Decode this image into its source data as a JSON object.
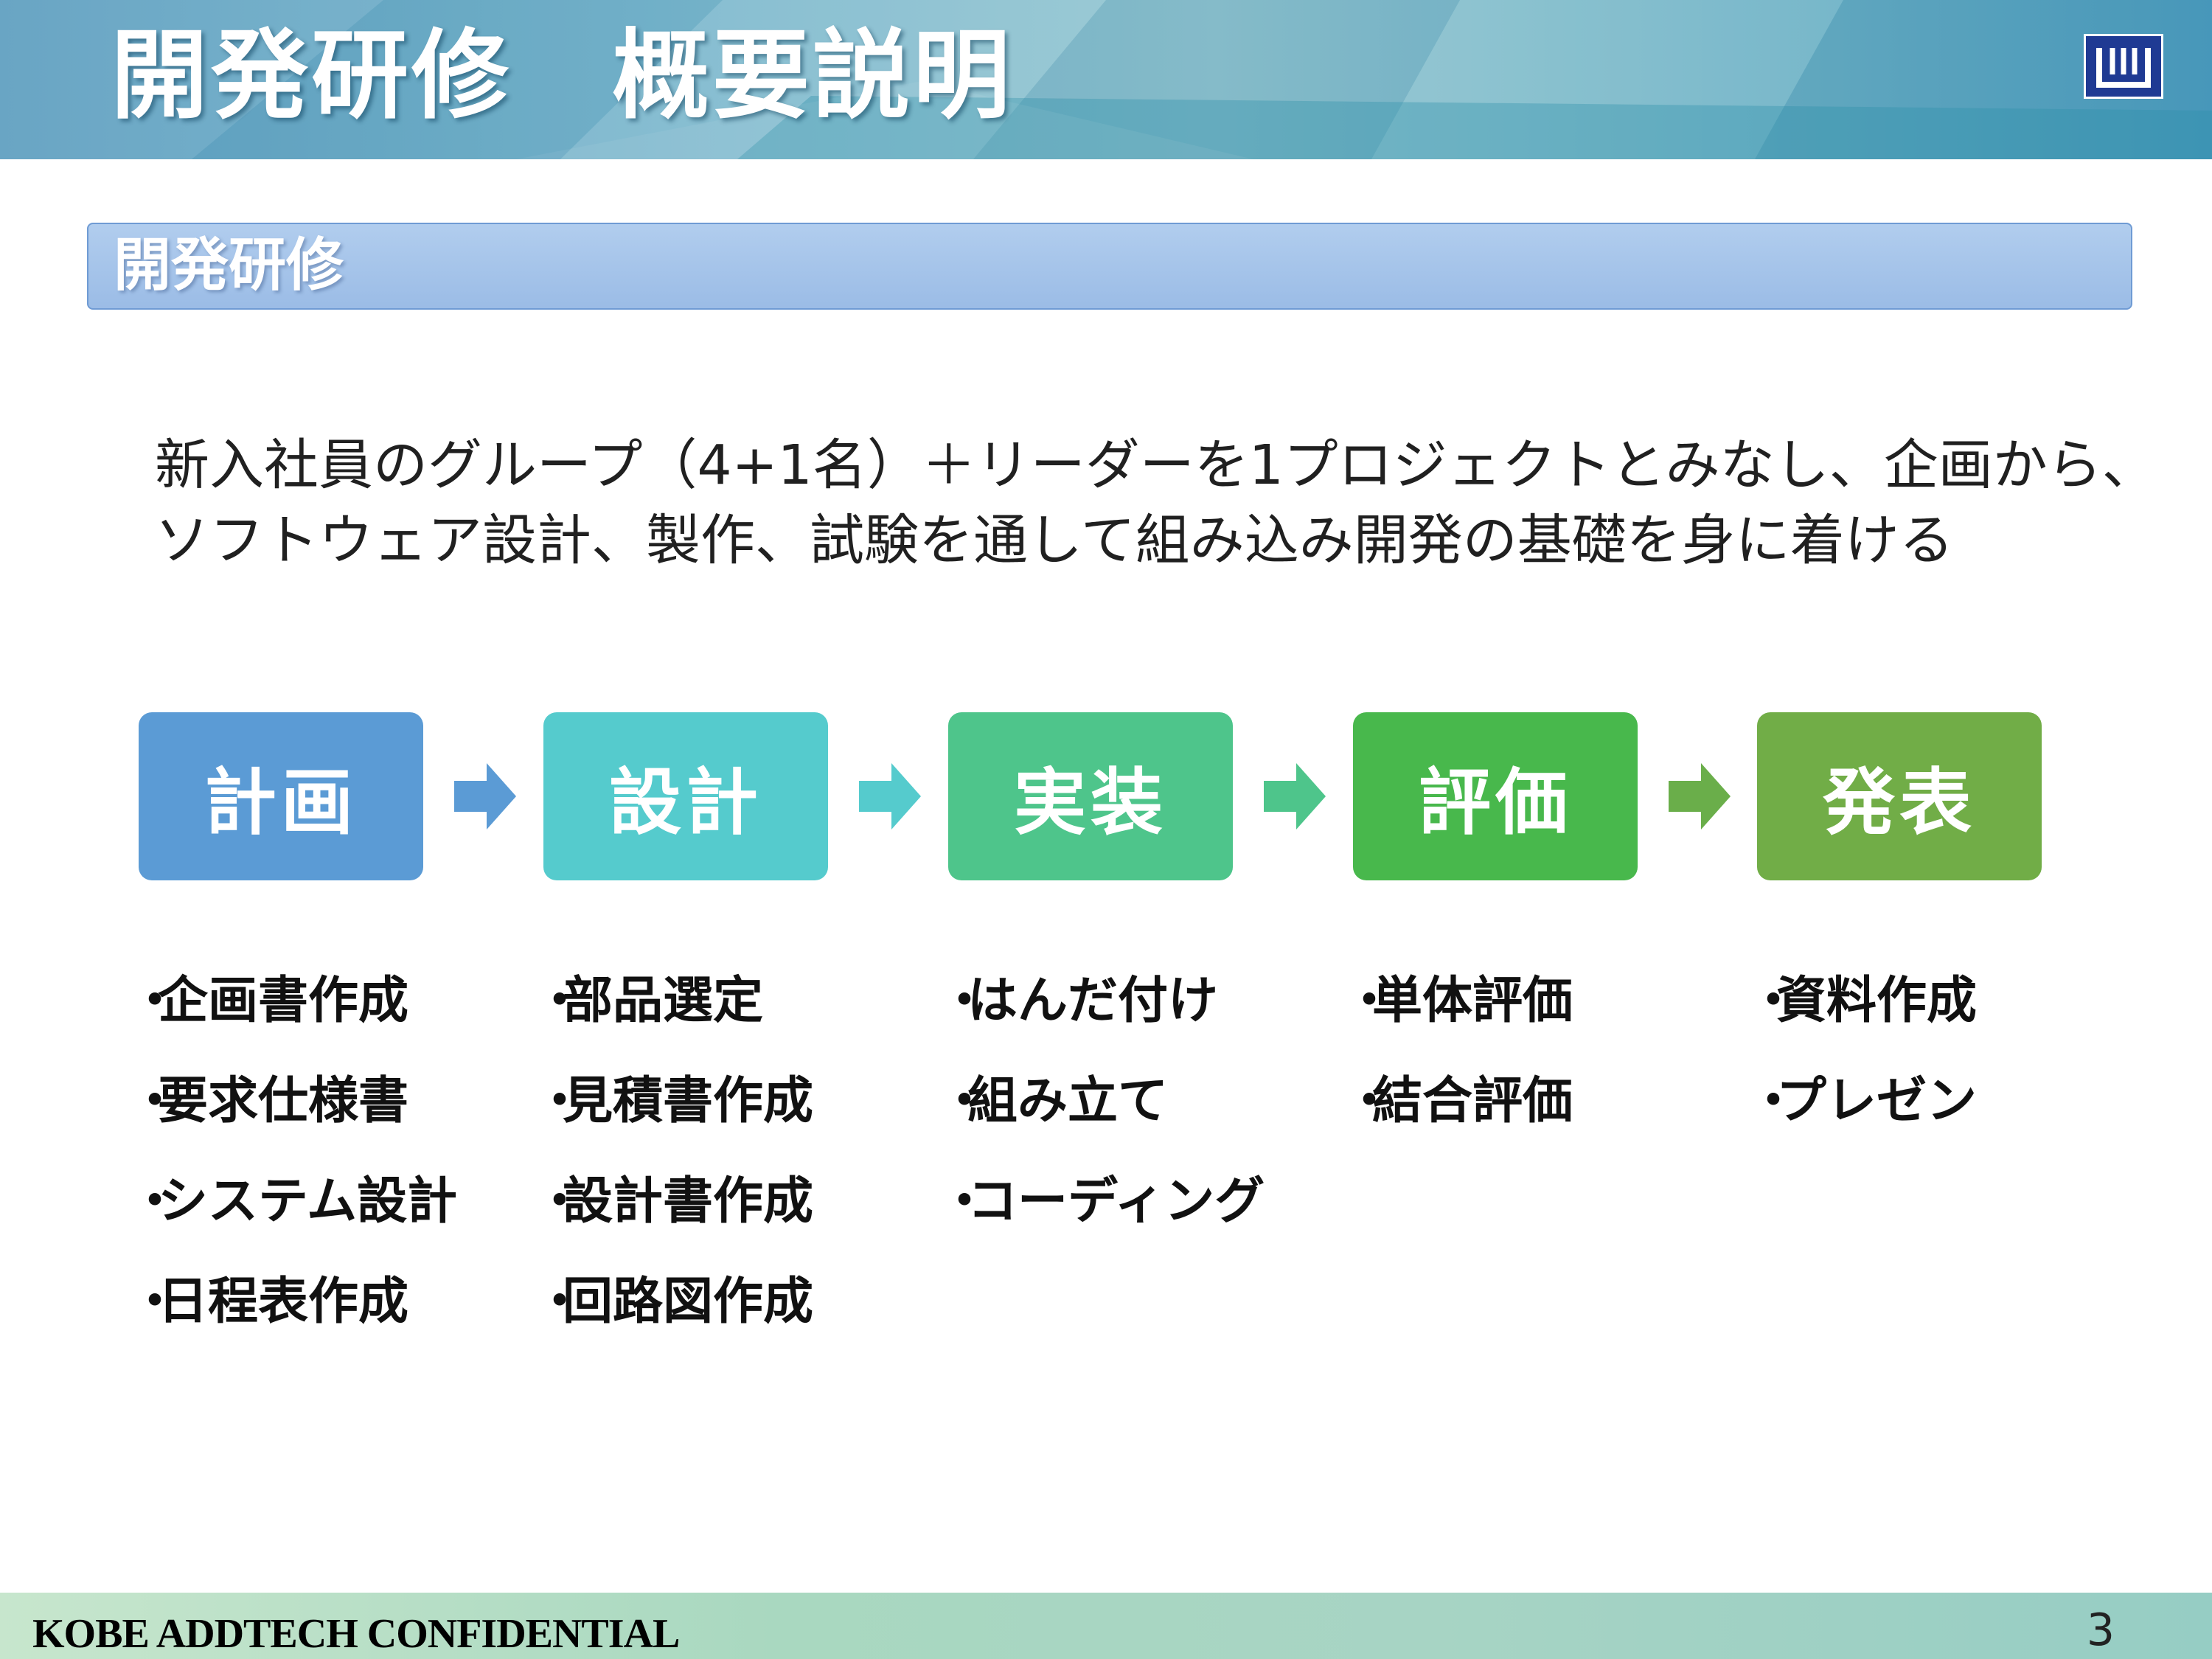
{
  "header": {
    "title": "開発研修　概要説明"
  },
  "section": {
    "title": "開発研修"
  },
  "description": {
    "line1": "新入社員のグループ（4+1名）＋リーダーを1プロジェクトとみなし、企画から、",
    "line2": "ソフトウェア設計、製作、試験を通して組み込み開発の基礎を身に着ける"
  },
  "steps": [
    {
      "label": "計画",
      "color": "#5b9bd5",
      "tasks": [
        "企画書作成",
        "要求仕様書",
        "システム設計",
        "日程表作成"
      ]
    },
    {
      "label": "設計",
      "color": "#55cbcd",
      "tasks": [
        "部品選定",
        "見積書作成",
        "設計書作成",
        "回路図作成"
      ]
    },
    {
      "label": "実装",
      "color": "#4ec58b",
      "tasks": [
        "はんだ付け",
        "組み立て",
        "コーディング"
      ]
    },
    {
      "label": "評価",
      "color": "#48b84c",
      "tasks": [
        "単体評価",
        "結合評価"
      ]
    },
    {
      "label": "発表",
      "color": "#71ad47",
      "tasks": [
        "資料作成",
        "プレゼン"
      ]
    }
  ],
  "footer": {
    "label": "KOBE ADDTECH CONFIDENTIAL",
    "page_number": "3"
  }
}
